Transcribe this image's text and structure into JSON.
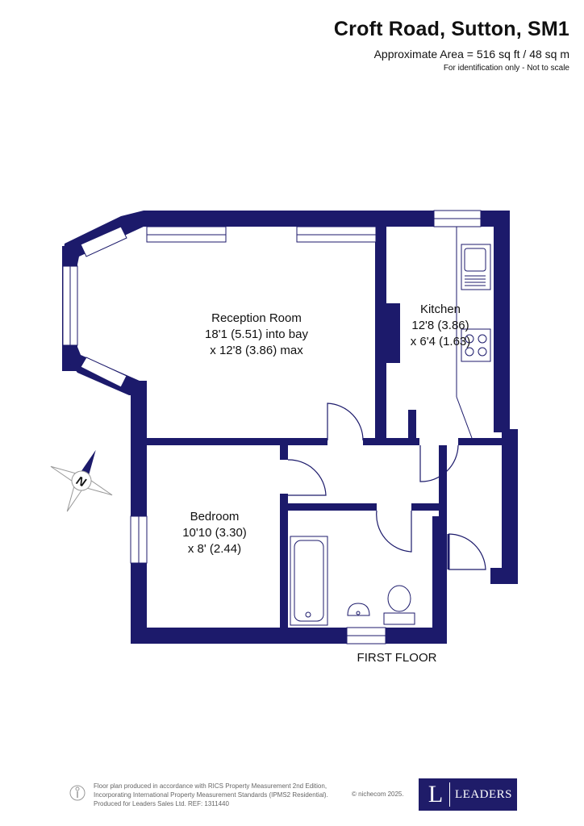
{
  "header": {
    "title": "Croft Road, Sutton, SM1",
    "area": "Approximate Area = 516 sq ft / 48 sq m",
    "note": "For identification only - Not to scale"
  },
  "rooms": {
    "reception": [
      "Reception Room",
      "18'1 (5.51) into bay",
      "x 12'8 (3.86) max"
    ],
    "kitchen": [
      "Kitchen",
      "12'8 (3.86)",
      "x 6'4 (1.63)"
    ],
    "bedroom": [
      "Bedroom",
      "10'10 (3.30)",
      "x 8' (2.44)"
    ]
  },
  "floor_label": "FIRST FLOOR",
  "compass": {
    "letter": "N"
  },
  "footer": {
    "line1": "Floor plan produced in accordance with RICS Property Measurement 2nd Edition,",
    "line2": "Incorporating International Property Measurement Standards (IPMS2 Residential).",
    "line3": "Produced for Leaders Sales Ltd.   REF:  1311440",
    "copyright": "© nichecom 2025."
  },
  "logo": {
    "mark": "L",
    "text": "LEADERS"
  },
  "colors": {
    "wall": "#1c1a6b",
    "logo_bg": "#1f1c69"
  }
}
